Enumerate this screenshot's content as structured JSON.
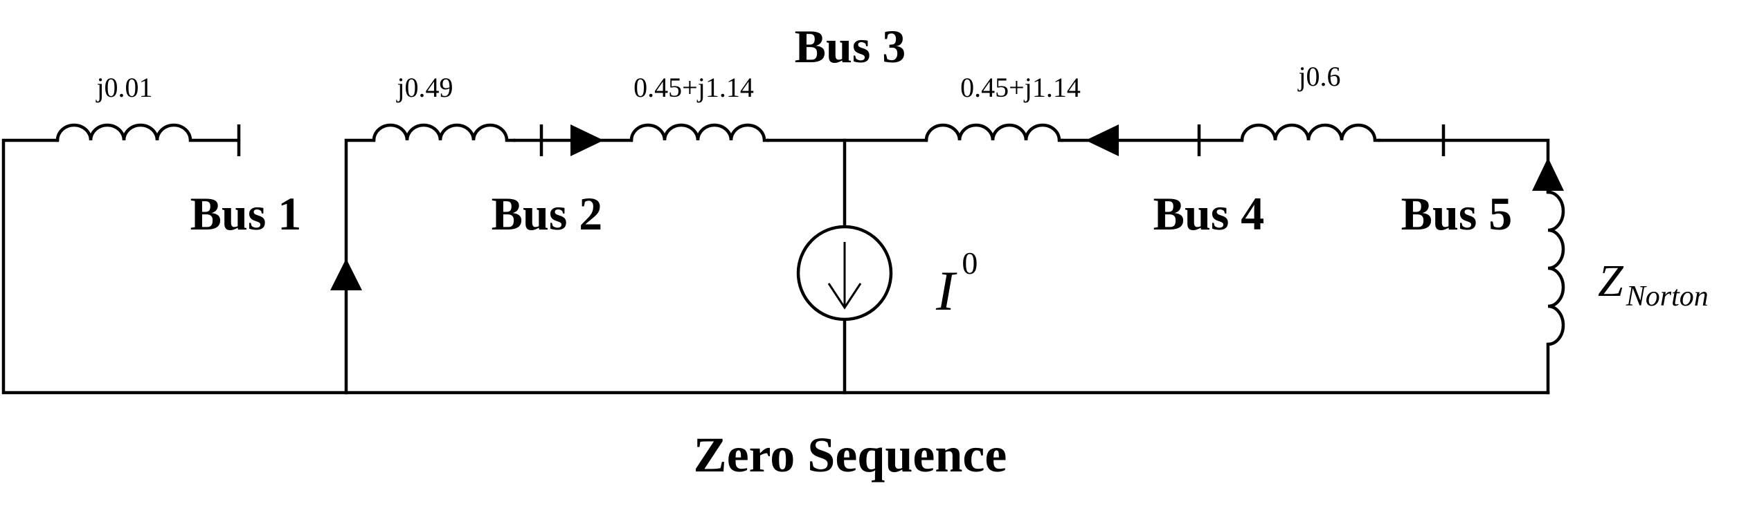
{
  "diagram": {
    "title": "Zero Sequence",
    "buses": {
      "bus1": "Bus 1",
      "bus2": "Bus 2",
      "bus3": "Bus 3",
      "bus4": "Bus 4",
      "bus5": "Bus 5"
    },
    "impedances": {
      "gen_branch": "j0.01",
      "bus2_branch": "j0.49",
      "line_2_3": "0.45+j1.14",
      "line_3_4": "0.45+j1.14",
      "bus4_5_branch": "j0.6"
    },
    "current_source": {
      "symbol": "I",
      "superscript": "0"
    },
    "norton": {
      "symbol": "Z",
      "subscript": "Norton"
    }
  }
}
